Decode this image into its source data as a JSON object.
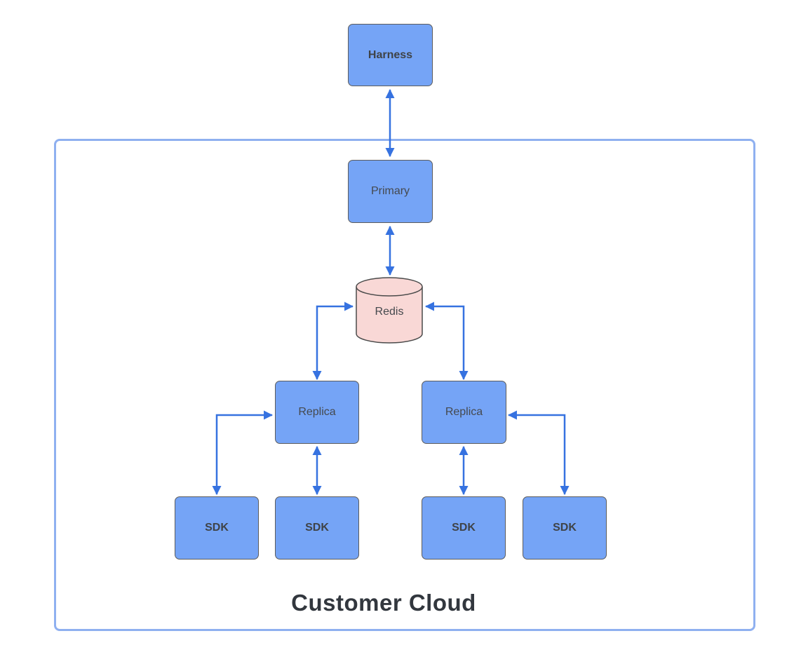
{
  "diagram": {
    "type": "architecture-diagram",
    "container": {
      "label": "Customer Cloud"
    },
    "nodes": {
      "harness": {
        "label": "Harness",
        "shape": "rectangle",
        "fill": "#75a4f6",
        "emphasis": "bold"
      },
      "primary": {
        "label": "Primary",
        "shape": "rectangle",
        "fill": "#75a4f6",
        "emphasis": "regular"
      },
      "redis": {
        "label": "Redis",
        "shape": "cylinder",
        "fill": "#f9d8d6",
        "emphasis": "regular"
      },
      "replica_left": {
        "label": "Replica",
        "shape": "rectangle",
        "fill": "#75a4f6",
        "emphasis": "regular"
      },
      "replica_right": {
        "label": "Replica",
        "shape": "rectangle",
        "fill": "#75a4f6",
        "emphasis": "regular"
      },
      "sdk_1": {
        "label": "SDK",
        "shape": "rectangle",
        "fill": "#75a4f6",
        "emphasis": "bold"
      },
      "sdk_2": {
        "label": "SDK",
        "shape": "rectangle",
        "fill": "#75a4f6",
        "emphasis": "bold"
      },
      "sdk_3": {
        "label": "SDK",
        "shape": "rectangle",
        "fill": "#75a4f6",
        "emphasis": "bold"
      },
      "sdk_4": {
        "label": "SDK",
        "shape": "rectangle",
        "fill": "#75a4f6",
        "emphasis": "bold"
      }
    },
    "edges": [
      {
        "from": "harness",
        "to": "primary",
        "bidirectional": true,
        "style": "straight"
      },
      {
        "from": "primary",
        "to": "redis",
        "bidirectional": true,
        "style": "straight"
      },
      {
        "from": "replica_left",
        "to": "redis",
        "bidirectional": true,
        "style": "elbow"
      },
      {
        "from": "replica_right",
        "to": "redis",
        "bidirectional": true,
        "style": "elbow"
      },
      {
        "from": "sdk_1",
        "to": "replica_left",
        "bidirectional": true,
        "style": "elbow"
      },
      {
        "from": "sdk_2",
        "to": "replica_left",
        "bidirectional": true,
        "style": "straight"
      },
      {
        "from": "sdk_3",
        "to": "replica_right",
        "bidirectional": true,
        "style": "straight"
      },
      {
        "from": "sdk_4",
        "to": "replica_right",
        "bidirectional": true,
        "style": "elbow"
      }
    ],
    "colors": {
      "node_fill": "#75a4f6",
      "node_border": "#5c5c5c",
      "cylinder_fill": "#f9d8d6",
      "cylinder_border": "#4a4a4a",
      "arrow": "#3672e0",
      "container_border": "#8fb0f0",
      "label_text": "#45494e",
      "title_text": "#32373e",
      "background": "#ffffff"
    }
  }
}
